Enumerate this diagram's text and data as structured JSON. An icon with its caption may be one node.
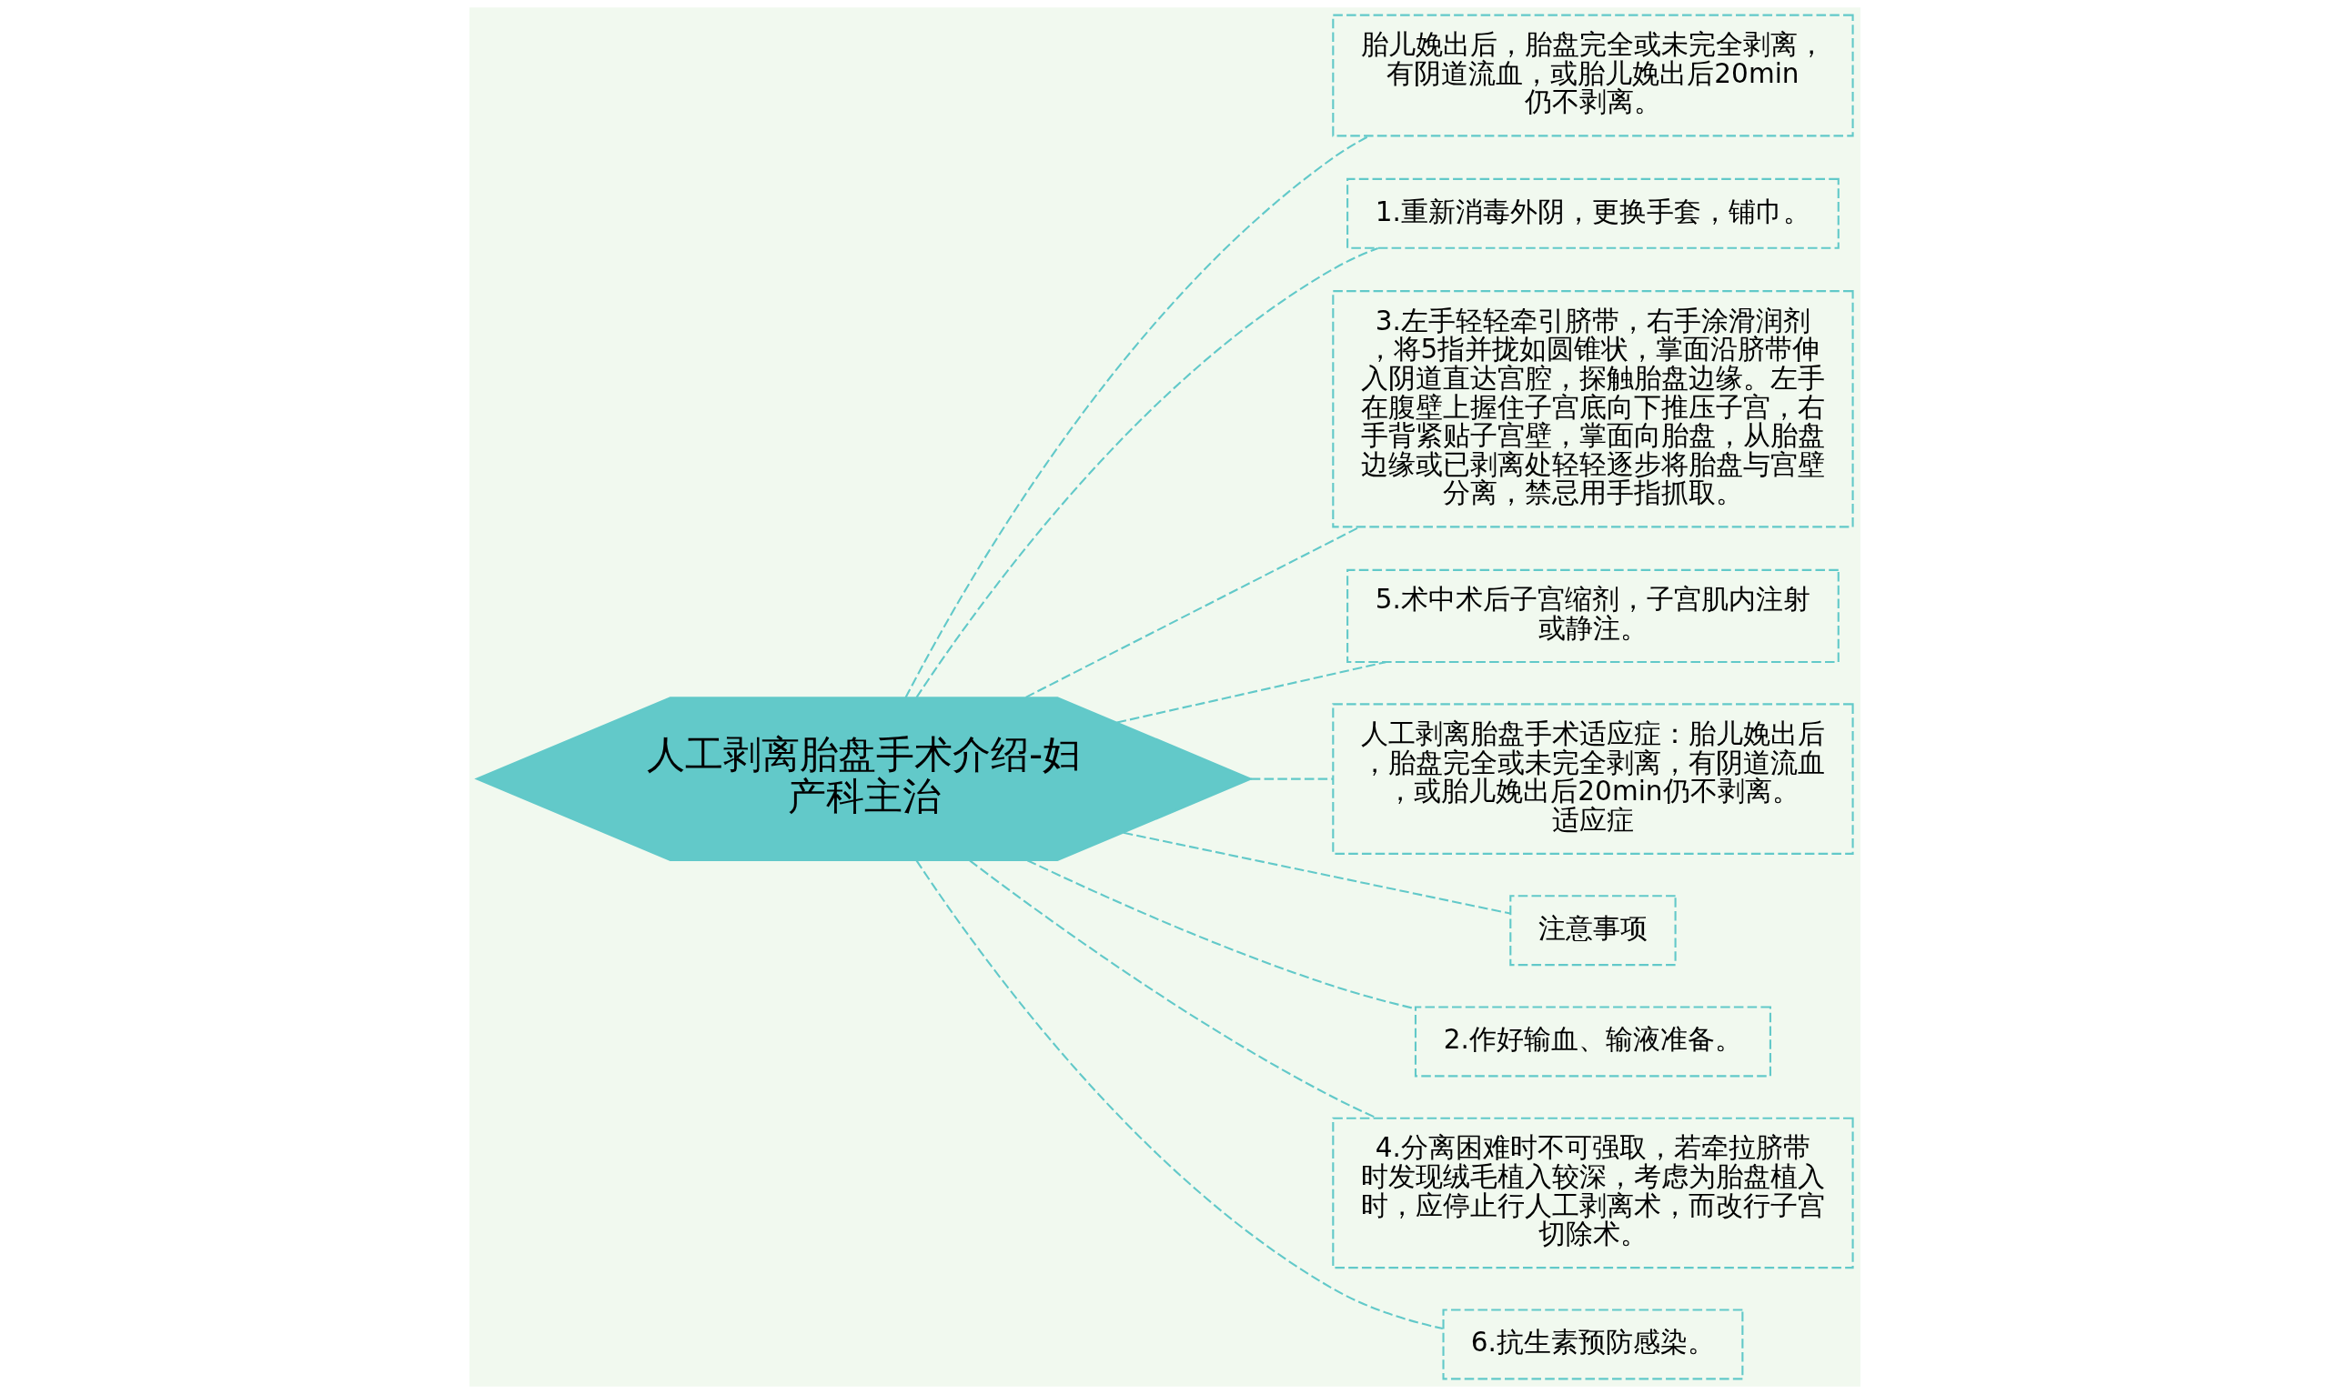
{
  "diagram": {
    "nodes": [
      {
        "text": [
          "人工剥离胎盘手术介绍-妇产科主治"
        ]
      },
      {
        "text": [
          "胎儿娩出后，胎盘完全或未完全剥离，有阴道流血，或胎儿娩出后20min仍不剥离。"
        ]
      },
      {
        "text": [
          "1.重新消毒外阴，更换手套，铺巾。"
        ]
      },
      {
        "text": [
          "3.左手轻轻牵引脐带，右手涂滑润剂，将5指并拢如圆锥状，掌面沿脐带伸入阴道直达宫腔，探触胎盘边缘。左手在腹壁上握住子宫底向下推压子宫，右手背紧贴子宫壁，掌面向胎盘，从胎盘边缘或已剥离处轻轻逐步将胎盘与宫壁分离，禁忌用手指抓取。"
        ]
      },
      {
        "text": [
          "5.术中术后子宫缩剂，子宫肌内注射或静注。"
        ]
      },
      {
        "text": [
          "人工剥离胎盘手术适应症：胎儿娩出后，胎盘完全或未完全剥离，有阴道流血，或胎儿娩出后20min仍不剥离。",
          "适应症"
        ]
      },
      {
        "text": [
          "注意事项"
        ]
      },
      {
        "text": [
          "2.作好输血、输液准备。"
        ]
      },
      {
        "text": [
          "4.分离困难时不可强取，若牵拉脐带时发现绒毛植入较深，考虑为胎盘植入时，应停止行人工剥离术，而改行子宫切除术。"
        ]
      },
      {
        "text": [
          "6.抗生素预防感染。"
        ]
      }
    ],
    "edges": [
      {
        "from": 0,
        "to": 1,
        "arrow": "none",
        "style": "dashed"
      },
      {
        "from": 0,
        "to": 2,
        "arrow": "none",
        "style": "dashed"
      },
      {
        "from": 0,
        "to": 3,
        "arrow": "none",
        "style": "dashed"
      },
      {
        "from": 0,
        "to": 4,
        "arrow": "none",
        "style": "dashed"
      },
      {
        "from": 0,
        "to": 5,
        "arrow": "none",
        "style": "dashed"
      },
      {
        "from": 0,
        "to": 6,
        "arrow": "none",
        "style": "dashed"
      },
      {
        "from": 0,
        "to": 7,
        "arrow": "none",
        "style": "dashed"
      },
      {
        "from": 0,
        "to": 8,
        "arrow": "none",
        "style": "dashed"
      },
      {
        "from": 0,
        "to": 9,
        "arrow": "none",
        "style": "dashed"
      }
    ]
  }
}
